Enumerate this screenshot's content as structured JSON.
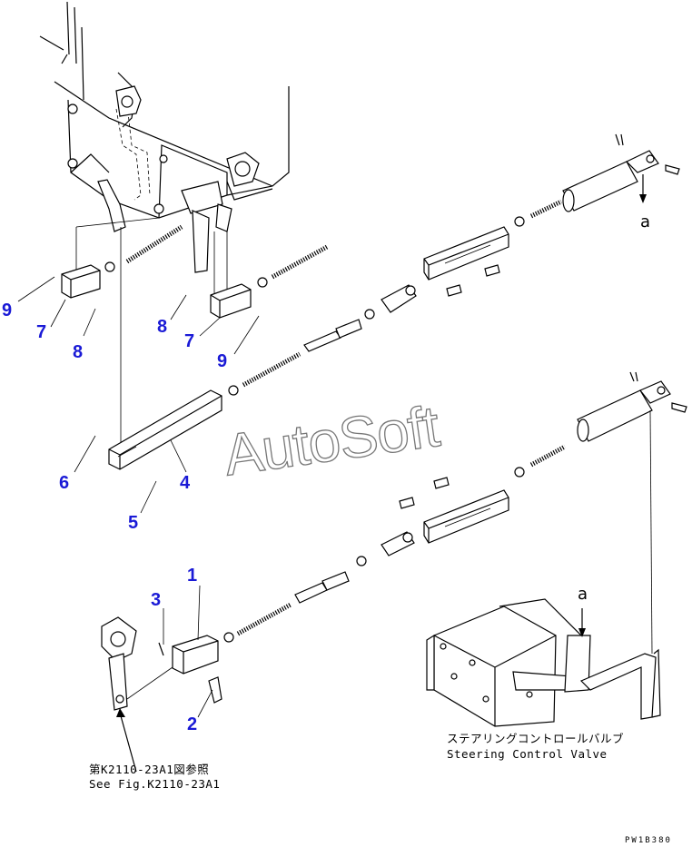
{
  "watermark": "AutoSoft",
  "callouts": {
    "c1": "1",
    "c2": "2",
    "c3": "3",
    "c4": "4",
    "c5": "5",
    "c6": "6",
    "c7a": "7",
    "c7b": "7",
    "c8a": "8",
    "c8b": "8",
    "c9a": "9",
    "c9b": "9"
  },
  "ref_marks": {
    "a_top": "a",
    "a_bottom": "a"
  },
  "notes": {
    "valve_jp": "ステアリングコントロールバルブ",
    "valve_en": "Steering Control Valve",
    "fig_ref_jp": "第K2110-23A1図参照",
    "fig_ref_en": "See Fig.K2110-23A1"
  },
  "drawing_code": "PW1B380"
}
